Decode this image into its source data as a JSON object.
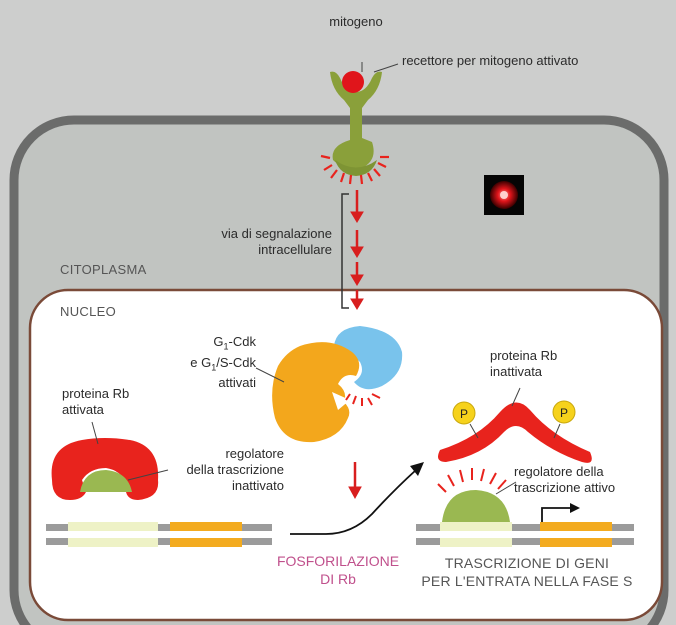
{
  "labels": {
    "mitogen": "mitogeno",
    "receptor": "recettore per mitogeno attivato",
    "pathway": [
      "via di segnalazione",
      "intracellulare"
    ],
    "cytoplasm": "CITOPLASMA",
    "nucleus": "NUCLEO",
    "cdk": [
      "G",
      "1",
      "-Cdk",
      "e G",
      "1",
      "/S-Cdk",
      "attivati"
    ],
    "rb_active": [
      "proteina Rb",
      "attivata"
    ],
    "regulator_inactive": [
      "regolatore",
      "della trascrizione",
      "inattivato"
    ],
    "phosphorylation": [
      "FOSFORILAZIONE",
      "DI Rb"
    ],
    "rb_inactive": [
      "proteina Rb",
      "inattivata"
    ],
    "phosphate": "P",
    "regulator_active": [
      "regolatore della",
      "trascrizione attivo"
    ],
    "transcription": [
      "TRASCRIZIONE DI GENI",
      "PER L'ENTRATA NELLA FASE S"
    ]
  },
  "colors": {
    "receptor": "#8aa03a",
    "mitogen": "#e0151b",
    "arrow": "#d81e1e",
    "cdk_orange": "#f3a71c",
    "cdk_blue": "#79c3ec",
    "rb_red": "#e8231d",
    "regulator_green": "#9ab851",
    "phosphate_yellow": "#f6d21c",
    "gene_orange": "#f3ab1f",
    "dna_gray": "#9b9b9b",
    "pink_text": "#c0508c"
  }
}
